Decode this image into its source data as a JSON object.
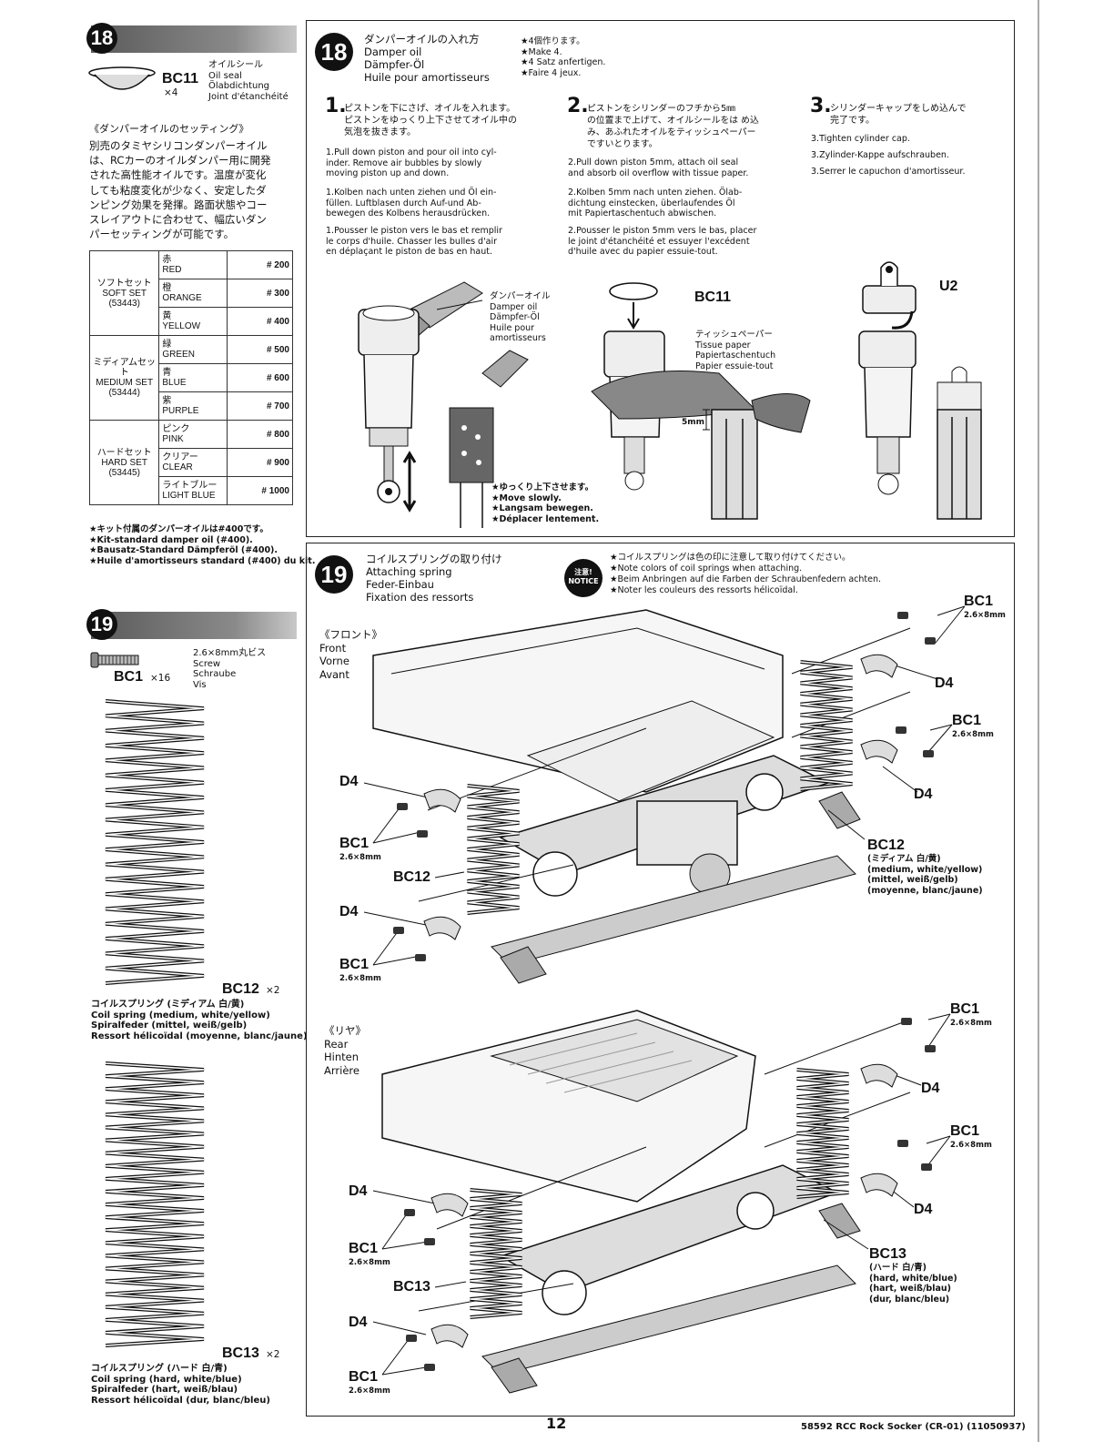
{
  "left": {
    "step18": {
      "number": "18",
      "part_code": "BC11",
      "part_qty": "×4",
      "part_names": "オイルシール\nOil seal\nÖlabdichtung\nJoint d'étanchéité",
      "setting_title": "《ダンパーオイルのセッティング》",
      "setting_body": "別売のタミヤシリコンダンパーオイル\nは、RCカーのオイルダンパー用に開発\nされた高性能オイルです。温度が変化\nしても粘度変化が少なく、安定したダ\nンピング効果を発揮。路面状態やコー\nスレイアウトに合わせて、幅広いダン\nパーセッティングが可能です。",
      "oil_table": [
        {
          "set": "ソフトセット\nSOFT SET\n(53443)",
          "rows": [
            {
              "color": "赤\nRED",
              "num": "# 200"
            },
            {
              "color": "橙\nORANGE",
              "num": "# 300"
            },
            {
              "color": "黄\nYELLOW",
              "num": "# 400"
            }
          ]
        },
        {
          "set": "ミディアムセット\nMEDIUM SET\n(53444)",
          "rows": [
            {
              "color": "緑\nGREEN",
              "num": "# 500"
            },
            {
              "color": "青\nBLUE",
              "num": "# 600"
            },
            {
              "color": "紫\nPURPLE",
              "num": "# 700"
            }
          ]
        },
        {
          "set": "ハードセット\nHARD SET\n(53445)",
          "rows": [
            {
              "color": "ピンク\nPINK",
              "num": "# 800"
            },
            {
              "color": "クリアー\nCLEAR",
              "num": "# 900"
            },
            {
              "color": "ライトブルー\nLIGHT BLUE",
              "num": "# 1000"
            }
          ]
        }
      ],
      "kit_note": "★キット付属のダンパーオイルは#400です。\n★Kit-standard damper oil (#400).\n★Bausatz-Standard Dämpferöl (#400).\n★Huile d'amortisseurs standard (#400) du kit."
    },
    "step19": {
      "number": "19",
      "screw_desc": "2.6×8mm丸ビス\nScrew\nSchraube\nVis",
      "screw_code": "BC1",
      "screw_qty": "×16",
      "bc12_code": "BC12",
      "bc12_qty": "×2",
      "bc12_names": "コイルスプリング (ミディアム 白/黄)\nCoil spring (medium, white/yellow)\nSpiralfeder  (mittel, weiß/gelb)\nRessort hélicoïdal  (moyenne, blanc/jaune)",
      "bc13_code": "BC13",
      "bc13_qty": "×2",
      "bc13_names": "コイルスプリング (ハード 白/青)\nCoil spring (hard, white/blue)\nSpiralfeder (hart, weiß/blau)\nRessort hélicoïdal (dur, blanc/bleu)"
    }
  },
  "panel18": {
    "number": "18",
    "title": "ダンパーオイルの入れ方\nDamper oil\nDämpfer-Öl\nHuile pour amortisseurs",
    "make": "★4個作ります。\n★Make 4.\n★4 Satz anfertigen.\n★Faire 4 jeux.",
    "s1_num": "1.",
    "s1_ja": "ピストンを下にさげ、オイルを入れます。\nピストンをゆっくり上下させてオイル中の\n気泡を抜きます。",
    "s1_en": "1.Pull down piston and pour oil into cyl-\ninder. Remove air bubbles by slowly\nmoving piston up and down.",
    "s1_de": "1.Kolben nach unten ziehen und Öl ein-\nfüllen. Luftblasen durch Auf-und Ab-\nbewegen des Kolbens herausdrücken.",
    "s1_fr": "1.Pousser le piston vers le bas et remplir\nle corps d'huile. Chasser les bulles d'air\nen déplaçant le piston de bas en haut.",
    "s2_num": "2.",
    "s2_ja": "ピストンをシリンダーのフチから5㎜\nの位置まで上げて、オイルシールをは め込\nみ、あふれたオイルをティッシュペーパー\nですいとります。",
    "s2_en": "2.Pull down piston 5mm, attach oil seal\nand absorb oil overflow with tissue paper.",
    "s2_de": "2.Kolben 5mm nach unten ziehen. Ölab-\ndichtung einstecken, überlaufendes Öl\nmit Papiertaschentuch abwischen.",
    "s2_fr": "2.Pousser le piston 5mm vers le bas, placer\nle joint d'étanchéité et essuyer l'excédent\nd'huile avec du papier essuie-tout.",
    "s3_num": "3.",
    "s3_ja": "シリンダーキャップをしめ込んで\n完了です。",
    "s3_en": "3.Tighten cylinder cap.",
    "s3_de": "3.Zylinder-Kappe aufschrauben.",
    "s3_fr": "3.Serrer le capuchon d'amortisseur.",
    "oil_label": "ダンパーオイル\nDamper oil\nDämpfer-Öl\nHuile pour\namortisseurs",
    "bc11": "BC11",
    "tissue": "ティッシュペーパー\nTissue paper\nPapiertaschentuch\nPapier essuie-tout",
    "five_mm": "5mm",
    "u2": "U2",
    "move_slowly": "★ゆっくり上下させます。\n★Move slowly.\n★Langsam bewegen.\n★Déplacer lentement."
  },
  "panel19": {
    "number": "19",
    "title": "コイルスプリングの取り付け\nAttaching spring\nFeder-Einbau\nFixation des ressorts",
    "notice_badge": "注意!\nNOTICE",
    "notice": "★コイルスプリングは色の印に注意して取り付けてください。\n★Note colors of coil springs when attaching.\n★Beim Anbringen auf die Farben der Schraubenfedern achten.\n★Noter les couleurs des ressorts hélicoïdal.",
    "front": "《フロント》\nFront\nVorne\nAvant",
    "rear": "《リヤ》\nRear\nHinten\nArrière",
    "bc1": "BC1",
    "bc1_size": "2.6×8mm",
    "d4": "D4",
    "bc12": "BC12",
    "bc12_desc": "(ミディアム 白/黄)\n(medium, white/yellow)\n(mittel, weiß/gelb)\n(moyenne, blanc/jaune)",
    "bc13": "BC13",
    "bc13_desc": "(ハード 白/青)\n(hard, white/blue)\n(hart, weiß/blau)\n(dur, blanc/bleu)"
  },
  "footer": {
    "page": "12",
    "model": "58592 RCC Rock Socker (CR-01) (11050937)"
  }
}
